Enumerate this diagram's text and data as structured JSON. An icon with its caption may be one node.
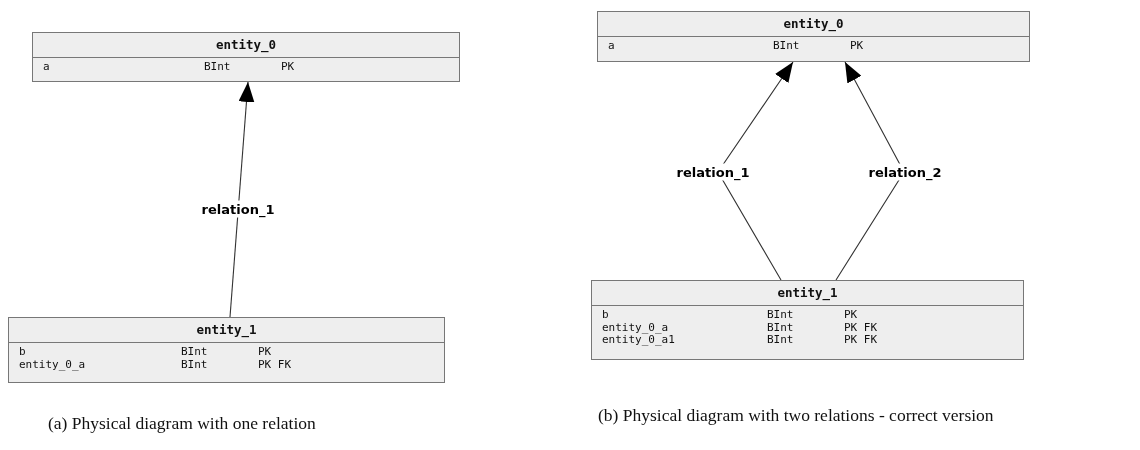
{
  "diagram": {
    "nodes": [
      {
        "text": [
          "entity_0",
          "a",
          "BInt",
          "PK"
        ]
      },
      {
        "text": [
          "entity_1",
          "b",
          "BInt",
          "PK",
          "entity_0_a",
          "BInt",
          "PK FK"
        ]
      },
      {
        "text": [
          "entity_0",
          "a",
          "BInt",
          "PK"
        ]
      },
      {
        "text": [
          "entity_1",
          "b",
          "BInt",
          "PK",
          "entity_0_a",
          "BInt",
          "PK FK",
          "entity_0_a1",
          "BInt",
          "PK FK"
        ]
      }
    ],
    "edges": [
      {
        "from": 1,
        "to": 0,
        "arrow": "to",
        "label": "relation_1"
      },
      {
        "from": 3,
        "to": 2,
        "arrow": "to",
        "label": "relation_1"
      },
      {
        "from": 3,
        "to": 2,
        "arrow": "to",
        "label": "relation_2"
      }
    ],
    "labels": [
      "(a) Physical diagram with one relation",
      "(b) Physical diagram with two relations - correct version"
    ]
  }
}
